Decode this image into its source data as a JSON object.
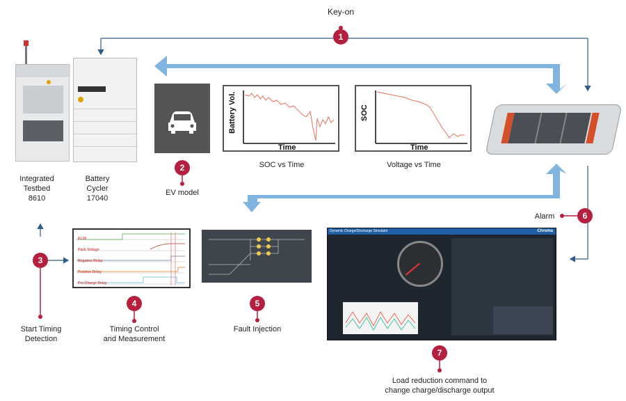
{
  "labels": {
    "key_on": "Key-on",
    "integrated_testbed": [
      "Integrated",
      "Testbed",
      "8610"
    ],
    "battery_cycler": [
      "Battery",
      "Cycler",
      "17040"
    ],
    "ev_model": "EV model",
    "soc_vs_time": "SOC vs Time",
    "voltage_vs_time": "Voltage vs Time",
    "alarm": "Alarm",
    "start_timing": [
      "Start Timing",
      "Detection"
    ],
    "timing_control": [
      "Timing Control",
      "and Measurement"
    ],
    "fault_injection": "Fault Injection",
    "load_reduction": [
      "Load reduction command to",
      "change charge/discharge output"
    ]
  },
  "badges": [
    "1",
    "2",
    "3",
    "4",
    "5",
    "6",
    "7"
  ],
  "plots": {
    "battery_vol": {
      "ylabel": "Battery Vol.",
      "xlabel": "Time"
    },
    "soc": {
      "ylabel": "SOC",
      "xlabel": "Time"
    }
  },
  "timing_panel": {
    "rows": [
      "KL30",
      "Pack Voltage",
      "Negative Relay",
      "Positive Relay",
      "Pre-Charge Relay"
    ]
  },
  "simulator": {
    "title": "Dynamic Charge/Discharge Simulator",
    "brand": "Chroma"
  },
  "colors": {
    "accent": "#b5203f",
    "arrow": "#7fb3e0",
    "line": "#2f5d8a"
  }
}
